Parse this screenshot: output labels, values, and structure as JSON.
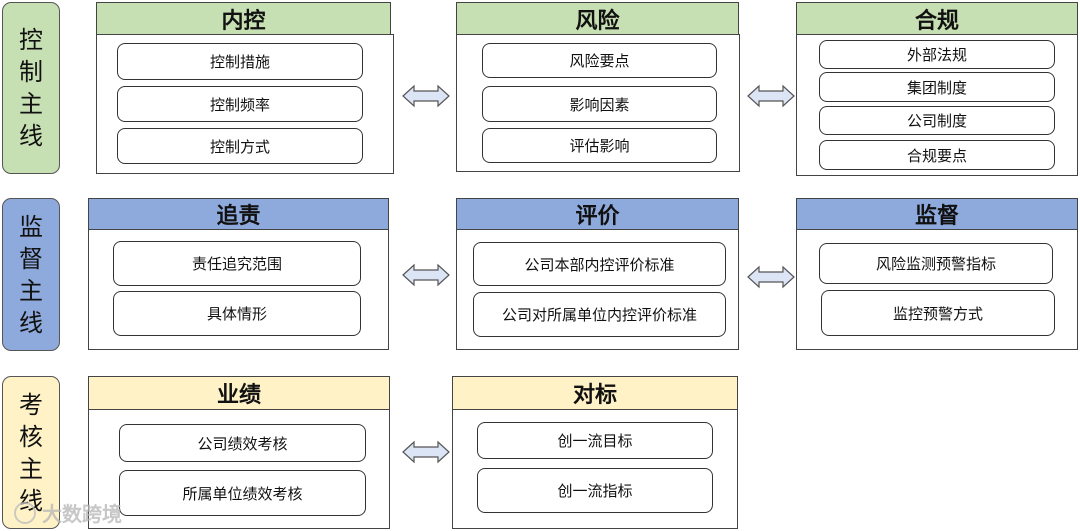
{
  "rows": [
    {
      "side_label": "控制主线",
      "color": "#c6dfb3",
      "boxes": [
        {
          "title": "内控",
          "items": [
            "控制措施",
            "控制频率",
            "控制方式"
          ]
        },
        {
          "title": "风险",
          "items": [
            "风险要点",
            "影响因素",
            "评估影响"
          ]
        },
        {
          "title": "合规",
          "items": [
            "外部法规",
            "集团制度",
            "公司制度",
            "合规要点"
          ]
        }
      ]
    },
    {
      "side_label": "监督主线",
      "color": "#8ea9db",
      "boxes": [
        {
          "title": "追责",
          "items": [
            "责任追究范围",
            "具体情形"
          ]
        },
        {
          "title": "评价",
          "items": [
            "公司本部内控评价标准",
            "公司对所属单位内控评价标准"
          ]
        },
        {
          "title": "监督",
          "items": [
            "风险监测预警指标",
            "监控预警方式"
          ]
        }
      ]
    },
    {
      "side_label": "考核主线",
      "color": "#fff2c7",
      "boxes": [
        {
          "title": "业绩",
          "items": [
            "公司绩效考核",
            "所属单位绩效考核"
          ]
        },
        {
          "title": "对标",
          "items": [
            "创一流目标",
            "创一流指标"
          ]
        }
      ]
    }
  ],
  "arrow_icon": "double-arrow-icon",
  "watermark": {
    "text": "大数跨境"
  }
}
